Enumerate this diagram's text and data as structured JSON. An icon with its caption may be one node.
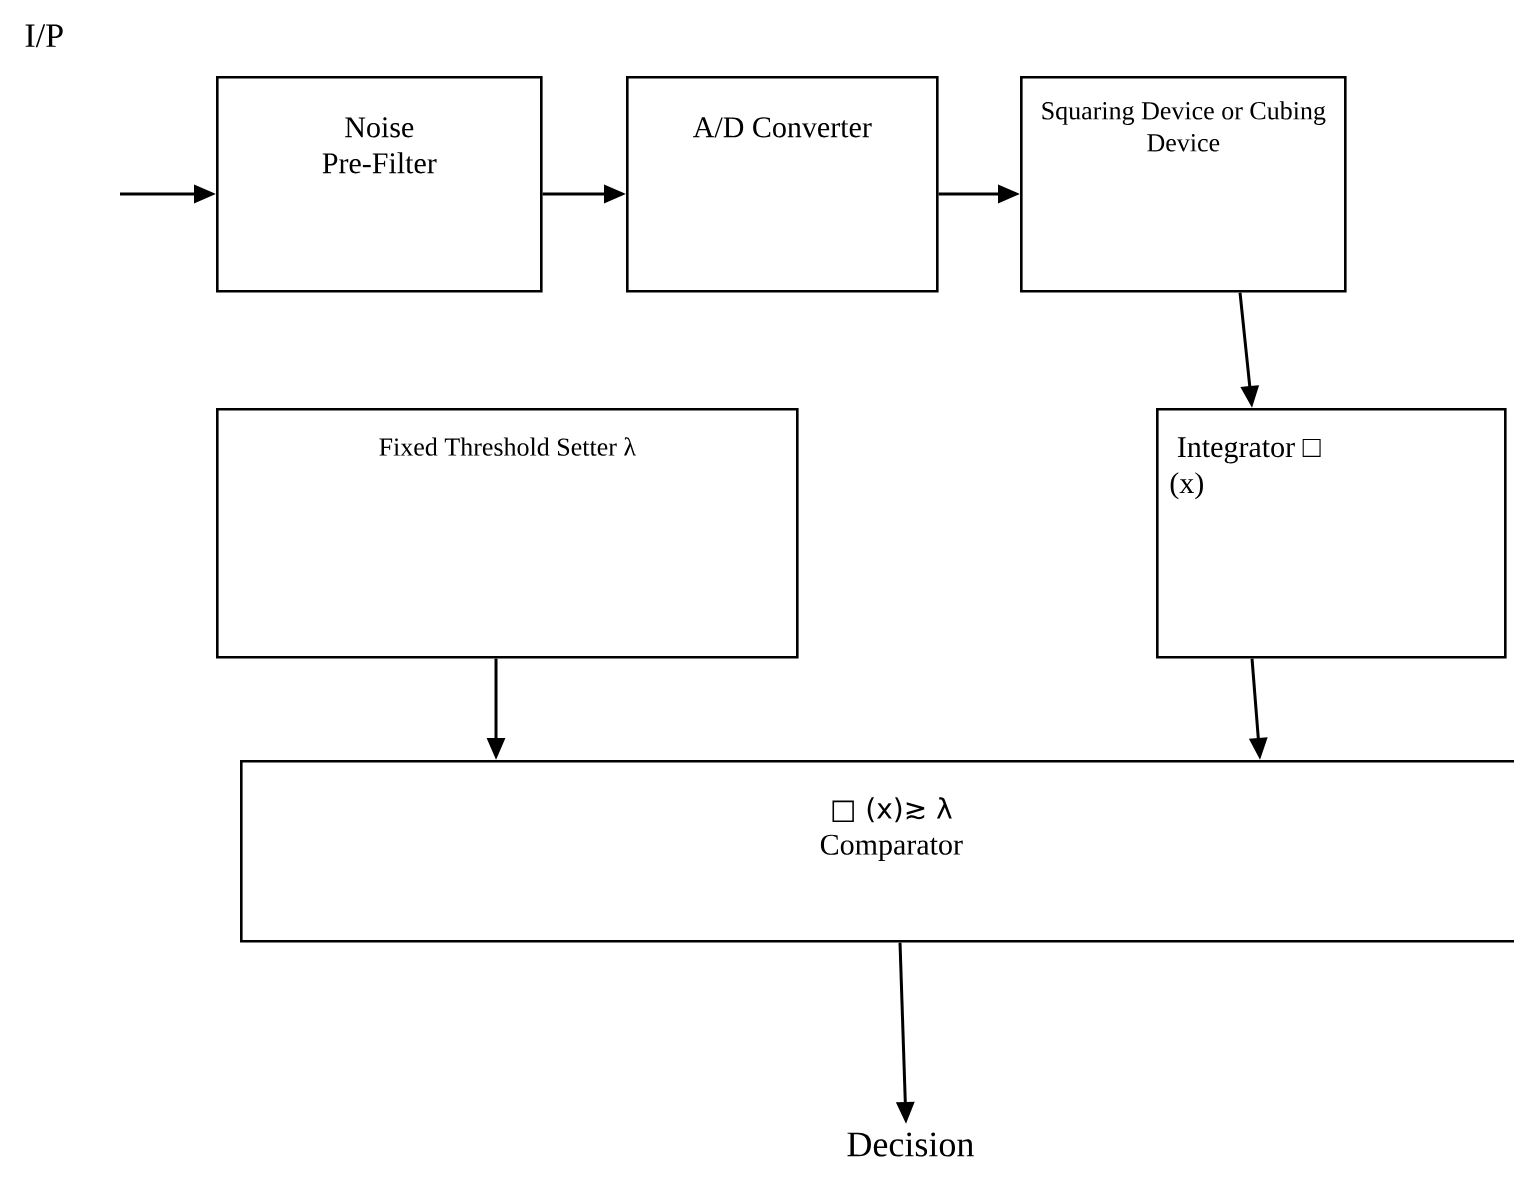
{
  "diagram": {
    "nodes": [
      {
        "text": [
          "Noise Pre-Filter"
        ]
      },
      {
        "text": [
          "A/D Converter"
        ]
      },
      {
        "text": [
          "Squaring Device or Cubing Device"
        ]
      },
      {
        "text": [
          "Fixed Threshold Setter λ"
        ]
      },
      {
        "text": [
          "Integrator □ (x)"
        ]
      },
      {
        "text": [
          "□ (x)≳ λ",
          "Comparator"
        ]
      },
      {
        "text": [
          "Decision"
        ]
      }
    ],
    "edges": [
      {
        "from": null,
        "to": 0,
        "arrow": "to"
      },
      {
        "from": 0,
        "to": 1,
        "arrow": "to"
      },
      {
        "from": 1,
        "to": 2,
        "arrow": "to"
      },
      {
        "from": 2,
        "to": 4,
        "arrow": "to"
      },
      {
        "from": 3,
        "to": 5,
        "arrow": "to"
      },
      {
        "from": 4,
        "to": 5,
        "arrow": "to"
      },
      {
        "from": 5,
        "to": 6,
        "arrow": "to"
      }
    ],
    "labels": [
      "I/P"
    ]
  }
}
